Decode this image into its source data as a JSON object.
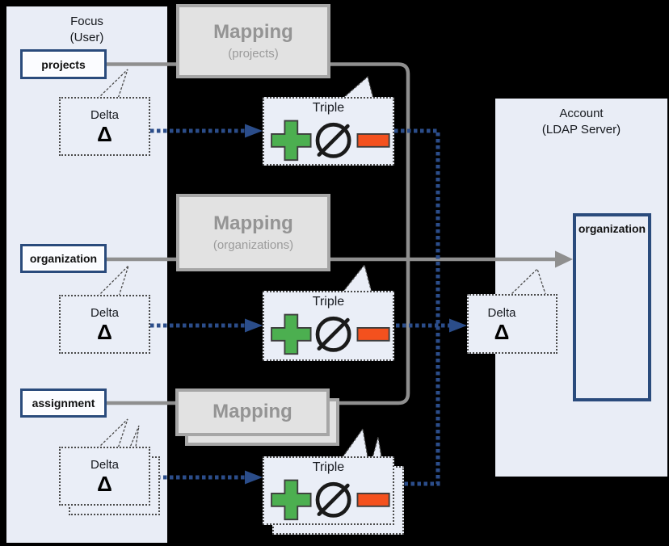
{
  "focus": {
    "title": "Focus",
    "subtitle": "(User)",
    "boxes": [
      {
        "label": "projects"
      },
      {
        "label": "organization"
      },
      {
        "label": "assignment"
      }
    ]
  },
  "mappings": [
    {
      "title": "Mapping",
      "subtitle": "(projects)"
    },
    {
      "title": "Mapping",
      "subtitle": "(organizations)"
    },
    {
      "title": "Mapping",
      "subtitle": ""
    }
  ],
  "callouts": {
    "delta_label": "Delta",
    "delta_symbol": "Δ",
    "triple_label": "Triple"
  },
  "account": {
    "title": "Account",
    "subtitle": "(LDAP Server)",
    "box": {
      "label": "organization"
    }
  },
  "icons": {
    "plus": "plus-icon",
    "null": "null-icon",
    "minus": "minus-icon"
  },
  "colors": {
    "background": "#000000",
    "panel_fill": "#e9edf6",
    "navy_border": "#2a4b7c",
    "arrow_blue": "#2b4d8a",
    "line_gray": "#8f8f8f",
    "mapping_fill": "#e2e2e2",
    "mapping_border": "#a6a6a6",
    "mapping_text": "#949494",
    "plus_green": "#4caf50",
    "minus_orange": "#f4511e",
    "symbol_black": "#1a1a1a"
  }
}
